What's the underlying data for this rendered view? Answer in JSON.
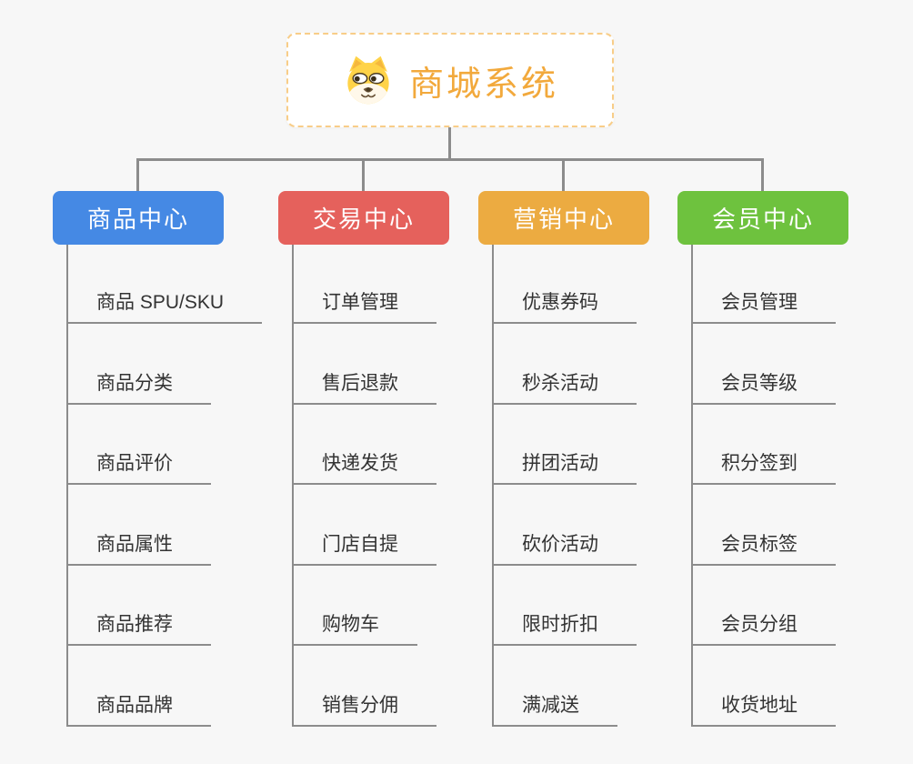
{
  "page": {
    "background_color": "#f7f7f7",
    "connector_color": "#8c8c8c",
    "leaf_text_color": "#333333"
  },
  "root": {
    "title": "商城系统",
    "icon": "dog-face",
    "text_color": "#f2a93c",
    "border_color": "#f8cd88"
  },
  "branches": [
    {
      "id": "product-center",
      "label": "商品中心",
      "color": "#4589e4",
      "children": [
        "商品 SPU/SKU",
        "商品分类",
        "商品评价",
        "商品属性",
        "商品推荐",
        "商品品牌"
      ]
    },
    {
      "id": "trade-center",
      "label": "交易中心",
      "color": "#e5615c",
      "children": [
        "订单管理",
        "售后退款",
        "快递发货",
        "门店自提",
        "购物车",
        "销售分佣"
      ]
    },
    {
      "id": "marketing-center",
      "label": "营销中心",
      "color": "#ecab41",
      "children": [
        "优惠券码",
        "秒杀活动",
        "拼团活动",
        "砍价活动",
        "限时折扣",
        "满减送"
      ]
    },
    {
      "id": "member-center",
      "label": "会员中心",
      "color": "#6ec23e",
      "children": [
        "会员管理",
        "会员等级",
        "积分签到",
        "会员标签",
        "会员分组",
        "收货地址"
      ]
    }
  ]
}
